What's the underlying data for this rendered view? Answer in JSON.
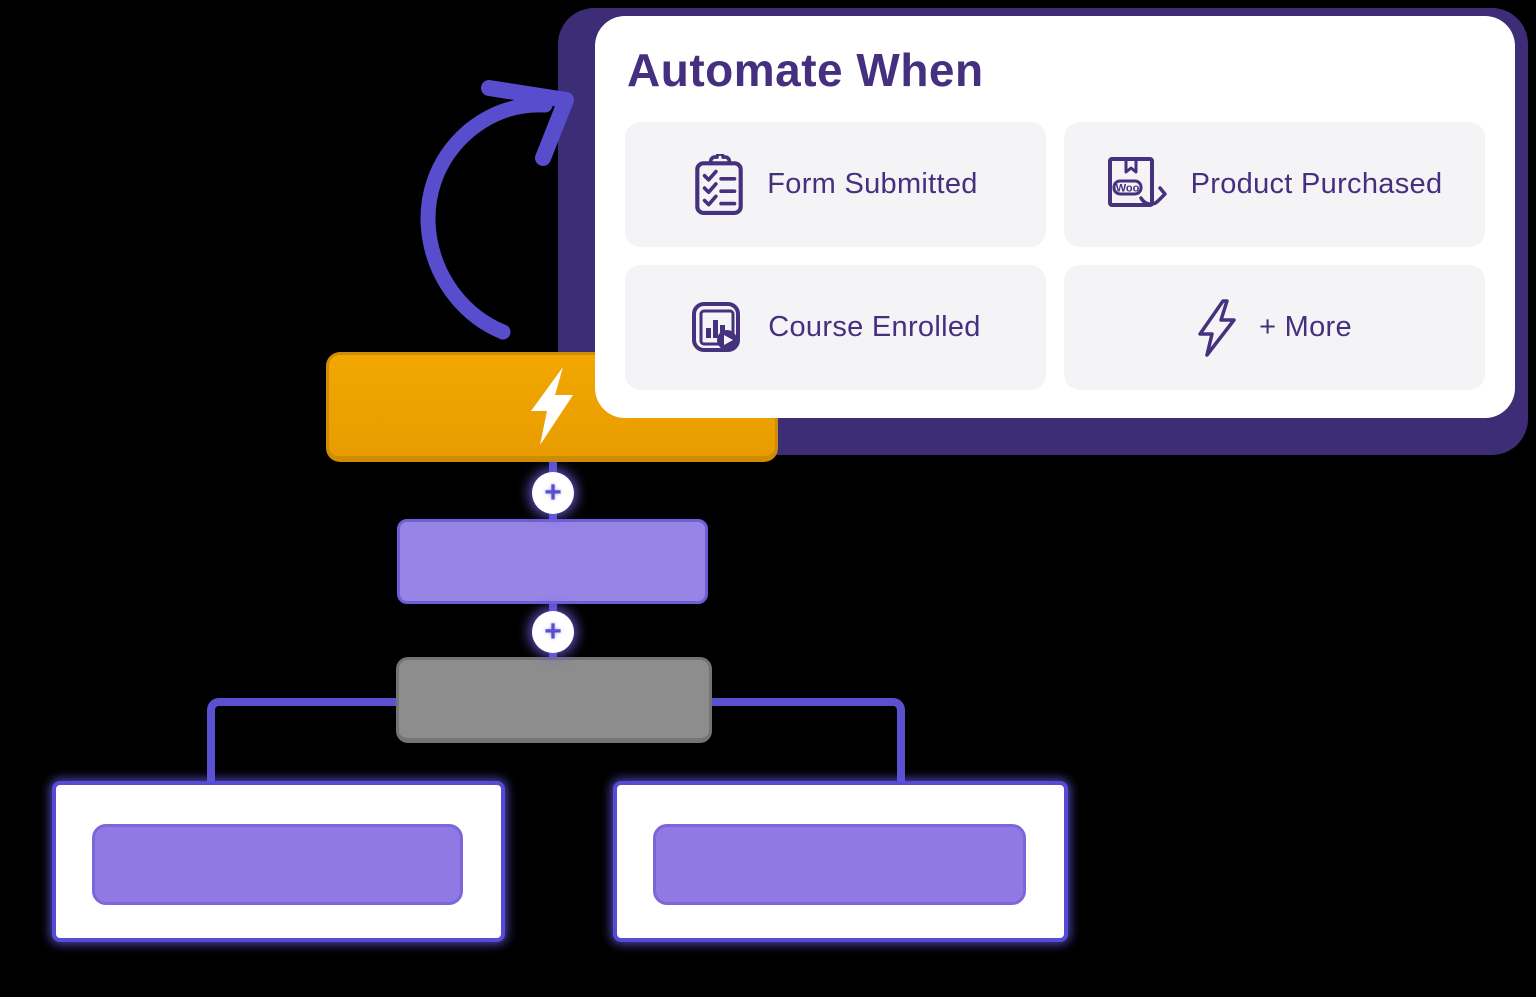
{
  "canvas": {
    "background_color": "#000000"
  },
  "popup": {
    "title": "Automate When",
    "colors": {
      "title": "#45307F",
      "card_background": "#FFFFFF",
      "backing": "#3D2D76",
      "tile_background": "#F4F4F6",
      "icon_stroke": "#46317E"
    },
    "options": [
      {
        "label": "Form Submitted",
        "icon": "clipboard-checklist-icon"
      },
      {
        "label": "Product Purchased",
        "icon": "woo-product-icon",
        "icon_text": "Woo"
      },
      {
        "label": "Course Enrolled",
        "icon": "course-video-icon"
      },
      {
        "label": "+ More",
        "icon": "lightning-bolt-outline-icon"
      }
    ]
  },
  "flowchart": {
    "connector_plus_symbol": "+",
    "line_color": "#5A50D2",
    "trigger_node": {
      "color": "#F0A502",
      "icon": "lightning-bolt-icon"
    },
    "action_node": {
      "color": "#9884E5"
    },
    "condition_node": {
      "color": "#8D8D8D"
    },
    "branches": [
      {
        "outer_color": "#FFFFFF",
        "inner_color": "#9079E2"
      },
      {
        "outer_color": "#FFFFFF",
        "inner_color": "#9079E2"
      }
    ]
  },
  "annotation_arrow": {
    "color": "#584DCC",
    "points_to": "popup"
  }
}
